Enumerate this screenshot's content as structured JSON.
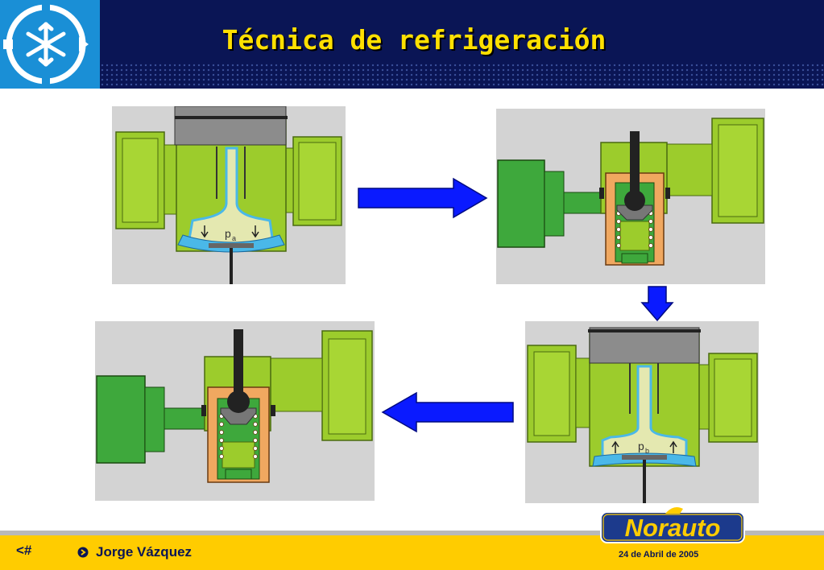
{
  "header": {
    "title": "Técnica de refrigeración",
    "logo_icon": "snowflake-icon"
  },
  "diagram": {
    "label_pa": "p",
    "label_pa_sub": "a",
    "label_pb": "p",
    "label_pb_sub": "b"
  },
  "footer": {
    "slide_number": "<#",
    "author": "Jorge Vázquez",
    "date": "24  de Abril  de 2005",
    "brand": "Norauto"
  },
  "colors": {
    "header_bg": "#0a1555",
    "title": "#ffe000",
    "footer_bg": "#ffcc00",
    "arrow_blue": "#0a1aff",
    "valve_body": "#9ccc2c",
    "fitting_dark": "#3ea83c",
    "cage_orange": "#f0a860",
    "capillary_blue": "#4ab8e8"
  }
}
